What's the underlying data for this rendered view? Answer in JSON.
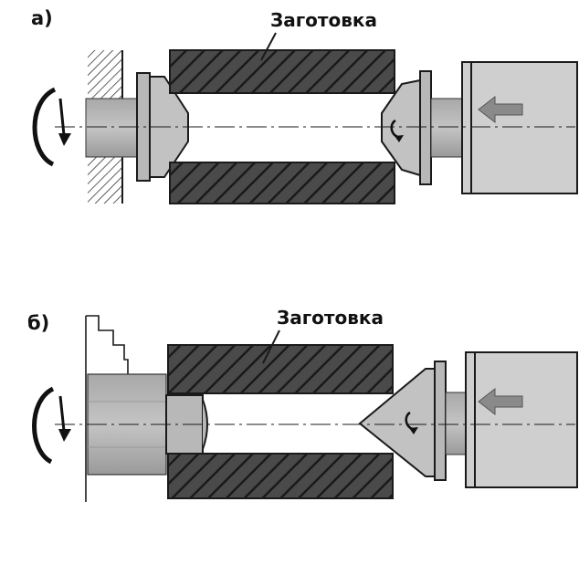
{
  "panels": [
    {
      "label": "а)",
      "part_label": "Заготовка"
    },
    {
      "label": "б)",
      "part_label": "Заготовка"
    }
  ],
  "colors": {
    "ink": "#1a1a1a",
    "workpiece_fill": "#4a4a4a",
    "metal_fill": "#bdbdbd",
    "metal_light": "#d9d9d9"
  },
  "icons": [
    "rotation-arrow-icon",
    "feed-arrow-icon"
  ]
}
